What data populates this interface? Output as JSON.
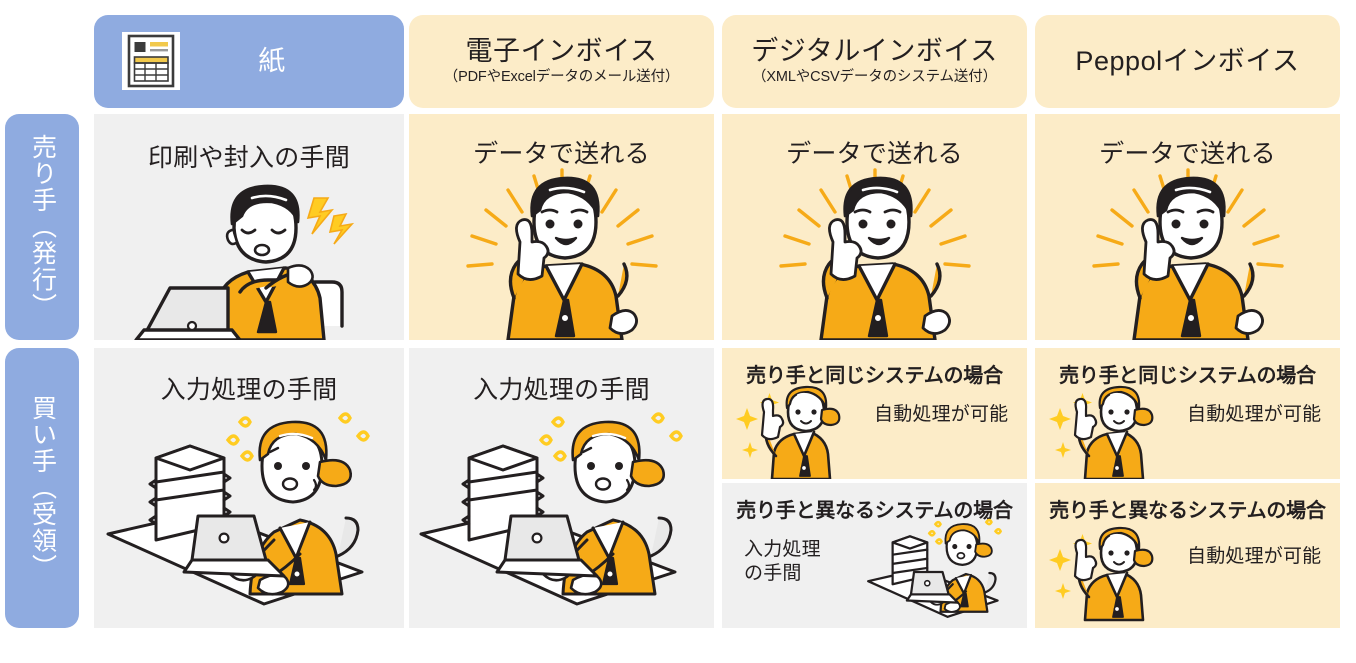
{
  "columns": [
    {
      "id": "paper",
      "title": "紙",
      "subtitle": "",
      "icon": "invoice-document-icon",
      "style": "blue"
    },
    {
      "id": "edenshi",
      "title": "電子インボイス",
      "subtitle": "（PDFやExcelデータのメール送付）",
      "icon": "",
      "style": "cream"
    },
    {
      "id": "digital",
      "title": "デジタルインボイス",
      "subtitle": "（XMLやCSVデータのシステム送付）",
      "icon": "",
      "style": "cream"
    },
    {
      "id": "peppol",
      "title": "Peppolインボイス",
      "subtitle": "",
      "icon": "",
      "style": "cream"
    }
  ],
  "rows": [
    {
      "id": "seller",
      "label": "売り手（発行）"
    },
    {
      "id": "buyer",
      "label": "買い手（受領）"
    }
  ],
  "cells": {
    "seller_paper": {
      "caption": "印刷や封入の手間",
      "art": "tired-man-at-laptop-illustration",
      "bg": "grey"
    },
    "seller_edenshi": {
      "caption": "データで送れる",
      "art": "thumbs-up-businessman-illustration",
      "bg": "cream"
    },
    "seller_digital": {
      "caption": "データで送れる",
      "art": "thumbs-up-businessman-illustration",
      "bg": "cream"
    },
    "seller_peppol": {
      "caption": "データで送れる",
      "art": "thumbs-up-businessman-illustration",
      "bg": "cream"
    },
    "buyer_paper": {
      "caption": "入力処理の手間",
      "art": "stressed-woman-typing-illustration",
      "bg": "grey"
    },
    "buyer_edenshi": {
      "caption": "入力処理の手間",
      "art": "stressed-woman-typing-illustration",
      "bg": "grey"
    },
    "buyer_digital_same": {
      "heading": "売り手と同じシステムの場合",
      "note": "自動処理が可能",
      "art": "pointing-up-woman-illustration",
      "bg": "cream"
    },
    "buyer_digital_diff": {
      "heading": "売り手と異なるシステムの場合",
      "note": "入力処理\nの手間",
      "note_line1": "入力処理",
      "note_line2": "の手間",
      "art": "stressed-woman-typing-illustration",
      "bg": "grey"
    },
    "buyer_peppol_same": {
      "heading": "売り手と同じシステムの場合",
      "note": "自動処理が可能",
      "art": "pointing-up-woman-illustration",
      "bg": "cream"
    },
    "buyer_peppol_diff": {
      "heading": "売り手と異なるシステムの場合",
      "note": "自動処理が可能",
      "art": "pointing-up-woman-illustration",
      "bg": "cream"
    }
  },
  "colors": {
    "header_blue": "#8fabe0",
    "header_cream": "#fcecc8",
    "cell_grey": "#f0f0f0",
    "ink": "#231f20",
    "orange": "#f6aa17",
    "yellow": "#ffcc22",
    "page_bg": "#ffffff"
  }
}
